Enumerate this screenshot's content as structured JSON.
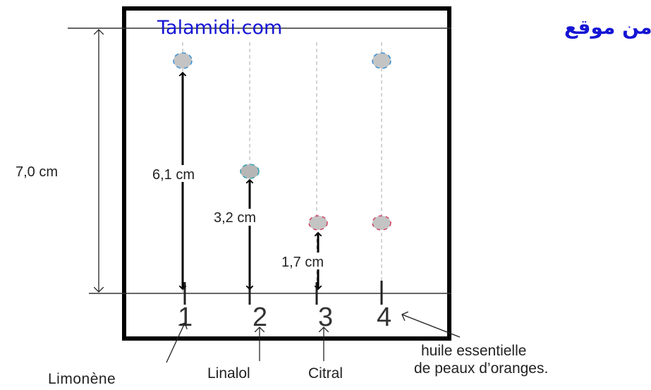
{
  "banner": {
    "arabic": "تم تحميل هذا الملف من موقع",
    "site": "Talamidi.com"
  },
  "measurements": {
    "total": "7,0 cm",
    "spot1": "6,1 cm",
    "spot2": "3,2 cm",
    "spot3": "1,7 cm"
  },
  "lanes": [
    "1",
    "2",
    "3",
    "4"
  ],
  "labels": {
    "lane1": "Limonène",
    "lane2": "Linalol",
    "lane3": "Citral",
    "lane4_line1": "huile essentielle",
    "lane4_line2": "de peaux d’oranges."
  },
  "colors": {
    "spot_fill": "#c4c4c4",
    "spot_edge_blue": "#3a8fd0",
    "spot_edge_red": "#d04060",
    "banner": "#1515d4"
  }
}
